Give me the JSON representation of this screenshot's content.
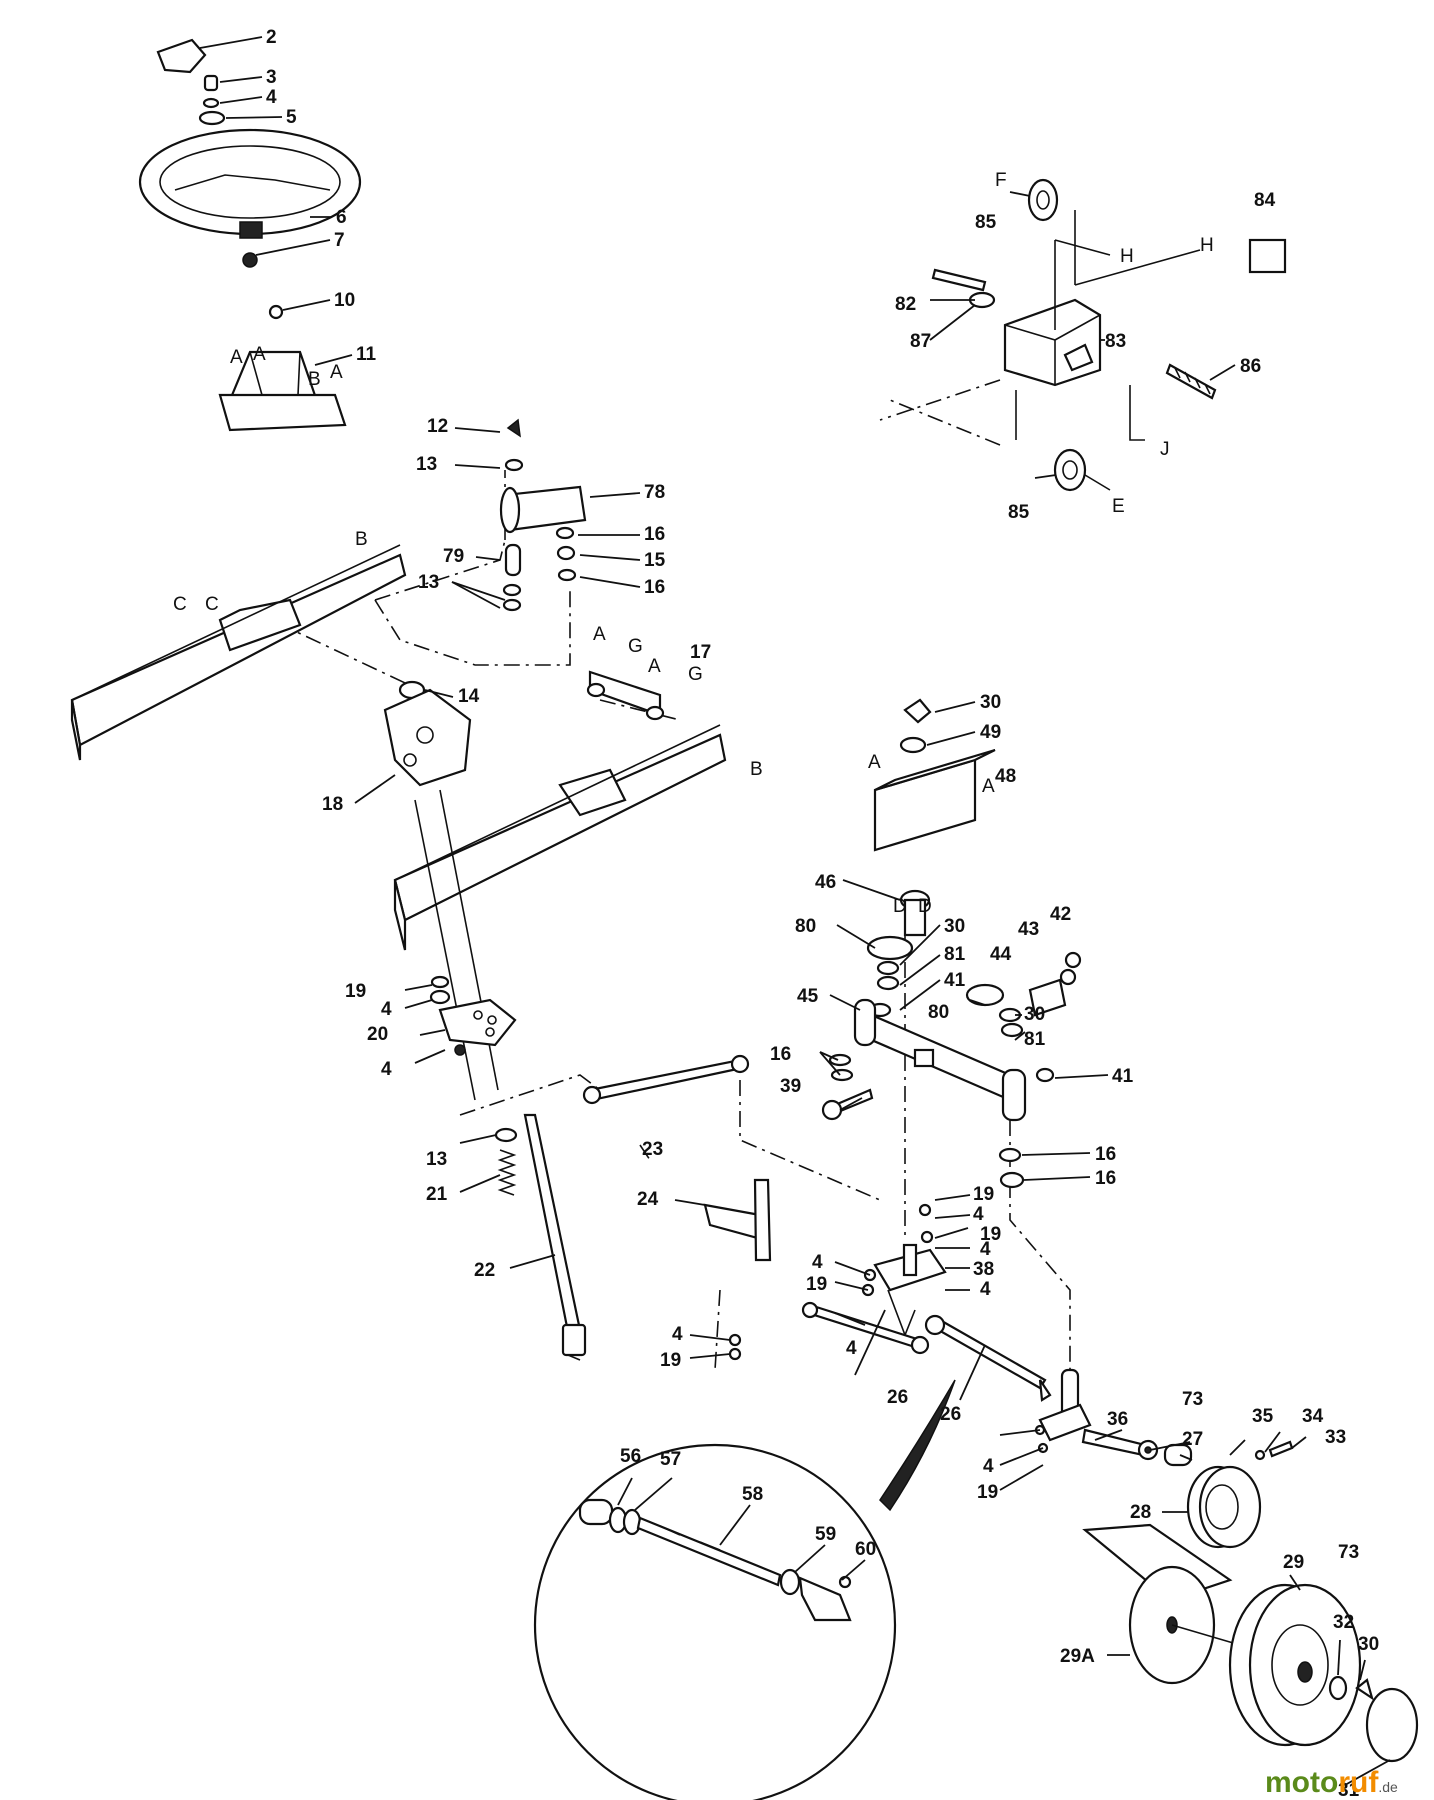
{
  "callouts": [
    {
      "text": "2"
    },
    {
      "text": "3"
    },
    {
      "text": "4"
    },
    {
      "text": "5"
    },
    {
      "text": "6"
    },
    {
      "text": "7"
    },
    {
      "text": "10"
    },
    {
      "text": "11"
    },
    {
      "text": "12"
    },
    {
      "text": "13"
    },
    {
      "text": "78"
    },
    {
      "text": "16"
    },
    {
      "text": "79"
    },
    {
      "text": "15"
    },
    {
      "text": "16"
    },
    {
      "text": "13"
    },
    {
      "text": "14"
    },
    {
      "text": "17"
    },
    {
      "text": "18"
    },
    {
      "text": "30"
    },
    {
      "text": "49"
    },
    {
      "text": "48"
    },
    {
      "text": "46"
    },
    {
      "text": "80"
    },
    {
      "text": "30"
    },
    {
      "text": "81"
    },
    {
      "text": "41"
    },
    {
      "text": "43"
    },
    {
      "text": "42"
    },
    {
      "text": "44"
    },
    {
      "text": "45"
    },
    {
      "text": "80"
    },
    {
      "text": "30"
    },
    {
      "text": "81"
    },
    {
      "text": "16"
    },
    {
      "text": "39"
    },
    {
      "text": "41"
    },
    {
      "text": "19"
    },
    {
      "text": "4"
    },
    {
      "text": "20"
    },
    {
      "text": "4"
    },
    {
      "text": "23"
    },
    {
      "text": "13"
    },
    {
      "text": "21"
    },
    {
      "text": "22"
    },
    {
      "text": "24"
    },
    {
      "text": "16"
    },
    {
      "text": "16"
    },
    {
      "text": "19"
    },
    {
      "text": "4"
    },
    {
      "text": "19"
    },
    {
      "text": "4"
    },
    {
      "text": "38"
    },
    {
      "text": "4"
    },
    {
      "text": "4"
    },
    {
      "text": "19"
    },
    {
      "text": "4"
    },
    {
      "text": "4"
    },
    {
      "text": "19"
    },
    {
      "text": "26"
    },
    {
      "text": "26"
    },
    {
      "text": "4"
    },
    {
      "text": "4"
    },
    {
      "text": "19"
    },
    {
      "text": "36"
    },
    {
      "text": "73"
    },
    {
      "text": "27"
    },
    {
      "text": "35"
    },
    {
      "text": "34"
    },
    {
      "text": "33"
    },
    {
      "text": "28"
    },
    {
      "text": "29"
    },
    {
      "text": "73"
    },
    {
      "text": "32"
    },
    {
      "text": "30"
    },
    {
      "text": "29A"
    },
    {
      "text": "31"
    },
    {
      "text": "56"
    },
    {
      "text": "57"
    },
    {
      "text": "58"
    },
    {
      "text": "59"
    },
    {
      "text": "60"
    },
    {
      "text": "85"
    },
    {
      "text": "84"
    },
    {
      "text": "82"
    },
    {
      "text": "87"
    },
    {
      "text": "83"
    },
    {
      "text": "86"
    },
    {
      "text": "85"
    }
  ],
  "reference_letters": [
    {
      "text": "A"
    },
    {
      "text": "A"
    },
    {
      "text": "B"
    },
    {
      "text": "A"
    },
    {
      "text": "B"
    },
    {
      "text": "C"
    },
    {
      "text": "C"
    },
    {
      "text": "A"
    },
    {
      "text": "G"
    },
    {
      "text": "A"
    },
    {
      "text": "G"
    },
    {
      "text": "B"
    },
    {
      "text": "A"
    },
    {
      "text": "A"
    },
    {
      "text": "D"
    },
    {
      "text": "D"
    },
    {
      "text": "F"
    },
    {
      "text": "H"
    },
    {
      "text": "H"
    },
    {
      "text": "J"
    },
    {
      "text": "E"
    }
  ],
  "watermark": {
    "part1": "moto",
    "part2": "ruf",
    "suffix": ".de"
  },
  "colors": {
    "ink": "#111111",
    "brand_green": "#5a8a1a",
    "brand_orange": "#f28c00"
  }
}
